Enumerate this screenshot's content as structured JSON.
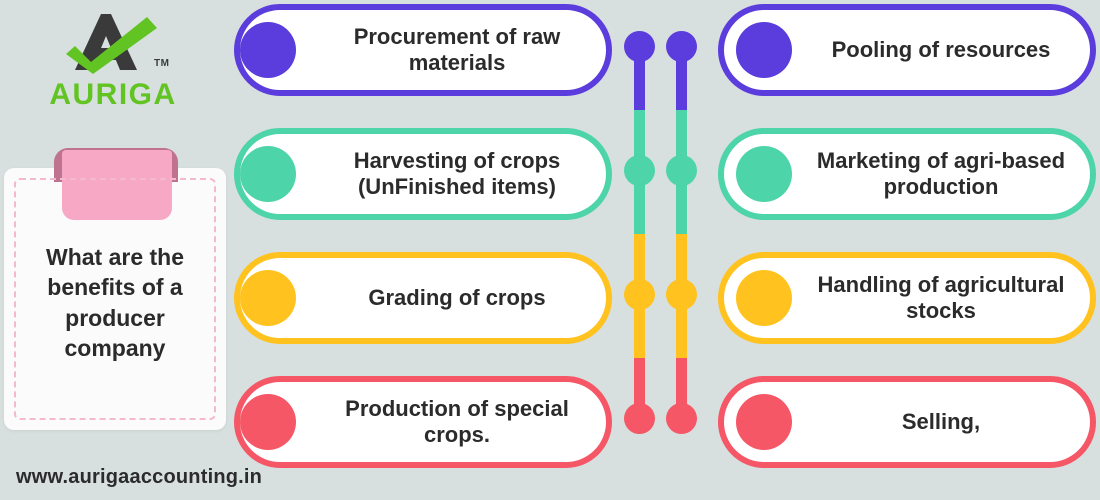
{
  "background_color": "#d7dfdf",
  "brand": {
    "name": "AURIGA",
    "trademark": "TM",
    "name_color": "#62c423",
    "mark_color": "#3a3a3a",
    "check_color": "#62c423",
    "logo_icon": "auriga-a-checkmark-logo"
  },
  "clipboard": {
    "question": "What are the benefits of a producer company",
    "ribbon_color": "#f7a8c4",
    "ribbon_shadow_color": "#c0738f",
    "card_color": "#fbfbfb",
    "dashed_border_color": "#f3b9cc"
  },
  "footer": {
    "website": "www.aurigaaccounting.in"
  },
  "colors": {
    "purple": "#5b3cdc",
    "teal": "#4dd4a8",
    "yellow": "#ffc21e",
    "red": "#f55767"
  },
  "rows": [
    {
      "color": "#5b3cdc",
      "color_name": "purple",
      "left": "Procurement of raw materials",
      "right": "Pooling of resources"
    },
    {
      "color": "#4dd4a8",
      "color_name": "teal",
      "left": "Harvesting of crops (UnFinished items)",
      "right": "Marketing of agri-based production"
    },
    {
      "color": "#ffc21e",
      "color_name": "yellow",
      "left": "Grading of crops",
      "right": "Handling of agricultural stocks"
    },
    {
      "color": "#f55767",
      "color_name": "red",
      "left": "Production of special crops.",
      "right": "Selling,"
    }
  ],
  "connector": {
    "rail_count": 2,
    "node_colors": [
      "#5b3cdc",
      "#4dd4a8",
      "#ffc21e",
      "#f55767"
    ]
  }
}
